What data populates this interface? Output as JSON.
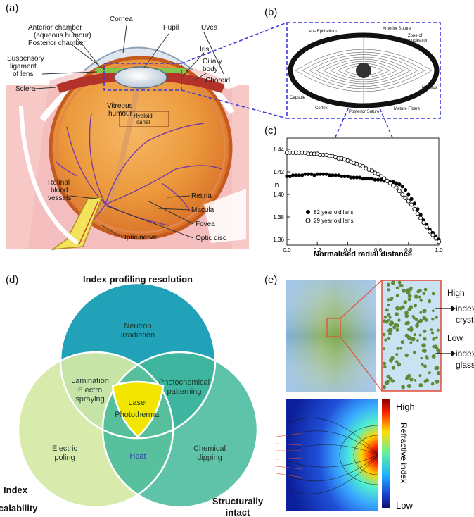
{
  "panel_labels": [
    "(a)",
    "(b)",
    "(c)",
    "(d)",
    "(e)"
  ],
  "eye": {
    "labels": {
      "anterior_chamber": "Anterior chamber",
      "aqueous": "(aqueous humour)",
      "posterior_chamber": "Posterior chamber",
      "cornea": "Cornea",
      "pupil": "Pupil",
      "uvea": "Uvea",
      "iris": "Iris",
      "ciliary_body_1": "Ciliary",
      "ciliary_body_2": "body",
      "choroid": "Choroid",
      "suspensory_1": "Suspensory",
      "suspensory_2": "ligament",
      "suspensory_3": "of lens",
      "lens": "Lens",
      "sclera": "Sclera",
      "vitreous_1": "Vitreous",
      "vitreous_2": "humour",
      "hyaloid_1": "Hyaloid",
      "hyaloid_2": "canal",
      "retinal_1": "Retinal",
      "retinal_2": "blood",
      "retinal_3": "vessels",
      "retina": "Retina",
      "macula": "Macula",
      "fovea": "Fovea",
      "optic_nerve": "Optic nerve",
      "optic_disc": "Optic disc"
    }
  },
  "lens_section": {
    "labels": {
      "lens_epithelium": "Lens Epithelium",
      "anterior_suture": "Anterior Suture",
      "zone_1": "Zone of",
      "zone_2": "Denucleation",
      "cortex": "Cortex",
      "posterior_suture": "Posterior Suture",
      "mature_fibers": "Mature Fibers",
      "capsule": "Capsule",
      "nucleus": "Nucleus"
    }
  },
  "chart_data": {
    "type": "scatter",
    "title": "",
    "xlabel": "Normalised radial distance",
    "ylabel": "n",
    "xlim": [
      0.0,
      1.0
    ],
    "ylim": [
      1.355,
      1.45
    ],
    "xticks": [
      "0.0",
      "0.2",
      "0.4",
      "0.6",
      "0.8",
      "1.0"
    ],
    "yticks": [
      "1.36",
      "1.38",
      "1.40",
      "1.42",
      "1.44"
    ],
    "series": [
      {
        "name": "82 year old lens",
        "marker": "filled",
        "color": "#000000",
        "x": [
          0.0,
          0.02,
          0.04,
          0.06,
          0.08,
          0.1,
          0.12,
          0.14,
          0.16,
          0.18,
          0.2,
          0.22,
          0.24,
          0.26,
          0.28,
          0.3,
          0.32,
          0.34,
          0.36,
          0.38,
          0.4,
          0.42,
          0.44,
          0.46,
          0.48,
          0.5,
          0.52,
          0.54,
          0.56,
          0.58,
          0.6,
          0.62,
          0.64,
          0.66,
          0.68,
          0.7,
          0.72,
          0.74,
          0.76,
          0.78,
          0.8,
          0.82,
          0.84,
          0.86,
          0.88,
          0.9,
          0.92,
          0.94,
          0.96,
          0.98,
          1.0
        ],
        "y": [
          1.416,
          1.416,
          1.417,
          1.417,
          1.417,
          1.417,
          1.418,
          1.418,
          1.418,
          1.417,
          1.418,
          1.418,
          1.418,
          1.418,
          1.417,
          1.417,
          1.417,
          1.417,
          1.416,
          1.416,
          1.416,
          1.415,
          1.415,
          1.415,
          1.415,
          1.414,
          1.414,
          1.414,
          1.414,
          1.413,
          1.413,
          1.413,
          1.412,
          1.412,
          1.411,
          1.411,
          1.41,
          1.409,
          1.407,
          1.404,
          1.4,
          1.396,
          1.392,
          1.387,
          1.382,
          1.377,
          1.373,
          1.369,
          1.366,
          1.363,
          1.36
        ]
      },
      {
        "name": "29 year old lens",
        "marker": "open",
        "color": "#000000",
        "x": [
          0.0,
          0.02,
          0.04,
          0.06,
          0.08,
          0.1,
          0.12,
          0.14,
          0.16,
          0.18,
          0.2,
          0.22,
          0.24,
          0.26,
          0.28,
          0.3,
          0.32,
          0.34,
          0.36,
          0.38,
          0.4,
          0.42,
          0.44,
          0.46,
          0.48,
          0.5,
          0.52,
          0.54,
          0.56,
          0.58,
          0.6,
          0.62,
          0.64,
          0.66,
          0.68,
          0.7,
          0.72,
          0.74,
          0.76,
          0.78,
          0.8,
          0.82,
          0.84,
          0.86,
          0.88,
          0.9,
          0.92,
          0.94,
          0.96,
          0.98,
          1.0
        ],
        "y": [
          1.437,
          1.437,
          1.437,
          1.437,
          1.437,
          1.437,
          1.437,
          1.436,
          1.436,
          1.436,
          1.436,
          1.435,
          1.435,
          1.435,
          1.434,
          1.434,
          1.433,
          1.432,
          1.432,
          1.431,
          1.43,
          1.429,
          1.428,
          1.427,
          1.426,
          1.425,
          1.423,
          1.422,
          1.421,
          1.419,
          1.418,
          1.416,
          1.414,
          1.412,
          1.41,
          1.408,
          1.406,
          1.403,
          1.4,
          1.397,
          1.394,
          1.391,
          1.387,
          1.383,
          1.379,
          1.375,
          1.371,
          1.367,
          1.364,
          1.361,
          1.358
        ]
      }
    ],
    "legend_position": "lower-left"
  },
  "venn": {
    "top_title": "Index profiling resolution",
    "left_title_1": "Index",
    "left_title_2": "scalability",
    "right_title_1": "Structurally",
    "right_title_2": "intact",
    "top_only_1": "Neutron",
    "top_only_2": "irradiation",
    "top_left_1": "Lamination",
    "top_left_2": "Electro",
    "top_left_3": "spraying",
    "top_right_1": "Photochemical",
    "top_right_2": "patterning",
    "center_1": "Laser",
    "center_2": "Photothermal",
    "left_only_1": "Electric",
    "left_only_2": "poling",
    "left_right": "Heat",
    "right_only_1": "Chemical",
    "right_only_2": "dipping",
    "colors": {
      "top": "#1fa3b8",
      "left": "#cfe6a0",
      "right": "#4fbf9f",
      "center": "#f2e600"
    }
  },
  "grin": {
    "high_label_1": "High",
    "high_label_2": "index",
    "high_label_3": "crystal",
    "low_label_1": "Low",
    "low_label_2": "index",
    "low_label_3": "glass",
    "colorbar_high": "High",
    "colorbar_low": "Low",
    "colorbar_title": "Refractive index"
  }
}
